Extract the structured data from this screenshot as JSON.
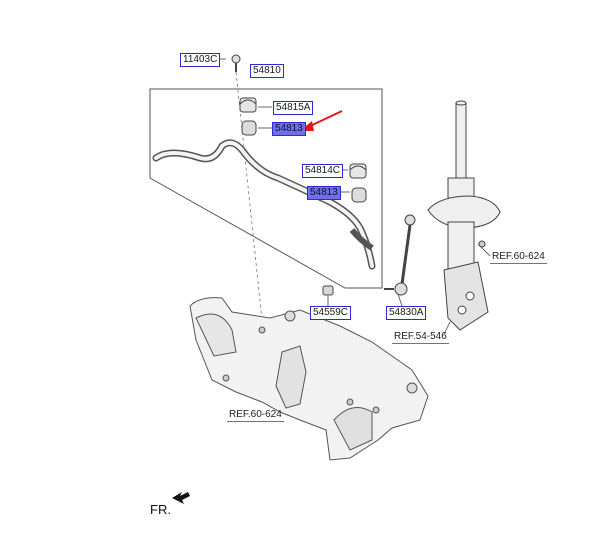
{
  "labels": {
    "p11403c": "11403C",
    "p54810": "54810",
    "p54815a": "54815A",
    "p54813_highlight": "54813",
    "p54814c": "54814C",
    "p54813": "54813",
    "p54559c": "54559C",
    "p54830a": "54830A",
    "ref_60_624_top": "REF.60-624",
    "ref_54_546": "REF.54-546",
    "ref_60_624_bottom": "REF.60-624"
  },
  "orientation": {
    "label": "FR."
  },
  "colors": {
    "label_border": "#2b2bd6",
    "highlight_fill": "#6f6fe8",
    "pointer_arrow": "#e01818",
    "ref_underline": "#3c9a3c",
    "line_art": "#444444"
  }
}
